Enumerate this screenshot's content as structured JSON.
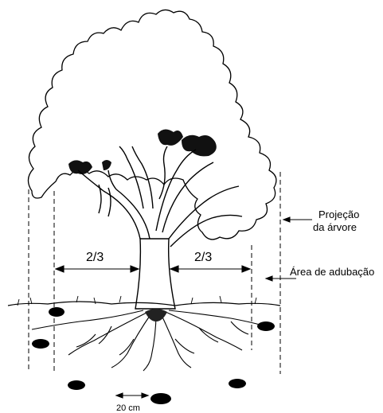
{
  "labels": {
    "projection_line1": "Projeção",
    "projection_line2": "da árvore",
    "fertilization_area": "Área de adubação",
    "left_fraction": "2/3",
    "right_fraction": "2/3",
    "spacing": "20 cm"
  }
}
